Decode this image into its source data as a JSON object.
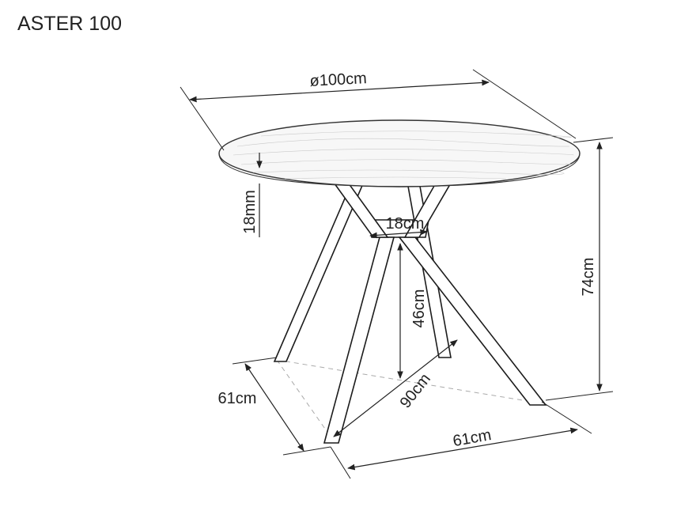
{
  "product": {
    "name": "ASTER 100"
  },
  "dimensions": {
    "diameter": "ø100cm",
    "top_thickness": "18mm",
    "column_width": "18cm",
    "base_height": "46cm",
    "total_height": "74cm",
    "base_diagonal": "90cm",
    "base_depth": "61cm",
    "base_width": "61cm"
  }
}
